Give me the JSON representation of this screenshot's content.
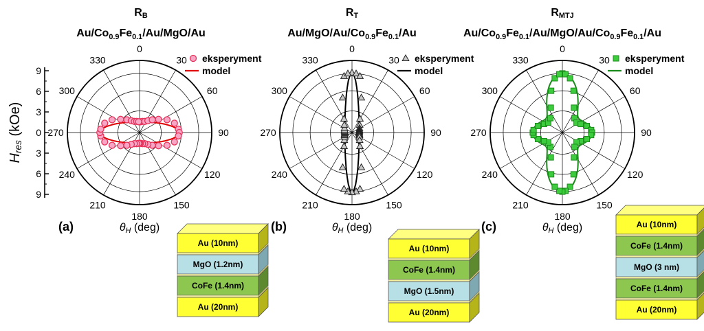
{
  "chart_data": [
    {
      "type": "polar",
      "title": "R",
      "title_sub": "B",
      "subtitle_parts": [
        {
          "t": "Au/Co",
          "sub": false
        },
        {
          "t": "0.9",
          "sub": true
        },
        {
          "t": "Fe",
          "sub": false
        },
        {
          "t": "0.1",
          "sub": true
        },
        {
          "t": "/Au/MgO/Au",
          "sub": false
        }
      ],
      "panel_label": "(a)",
      "angle_ticks": [
        "0",
        "30",
        "60",
        "90",
        "120",
        "150",
        "180",
        "210",
        "240",
        "270",
        "300",
        "330"
      ],
      "r_range": [
        0,
        10
      ],
      "r_ticks": [
        "9",
        "6",
        "3",
        "0",
        "3",
        "6",
        "9"
      ],
      "ylabel_main": "H",
      "ylabel_sub": "res",
      "ylabel_unit": " (kOe)",
      "xlabel_main": "θ",
      "xlabel_sub": "H",
      "xlabel_unit": " (deg)",
      "legend": {
        "marker_label": "eksperyment",
        "line_label": "model",
        "position": "top-right"
      },
      "series": [
        {
          "name": "eksperyment",
          "marker": "circle",
          "color": "#e8325a",
          "fill": "#f7a6c6",
          "theta": [
            0,
            5,
            15,
            25,
            35,
            45,
            55,
            65,
            75,
            85,
            90,
            95,
            105,
            115,
            125,
            135,
            145,
            155,
            165,
            175,
            180,
            185,
            195,
            205,
            215,
            225,
            235,
            245,
            255,
            265,
            270,
            275,
            285,
            295,
            305,
            315,
            325,
            335,
            345,
            355
          ],
          "r": [
            1.5,
            1.5,
            1.6,
            1.7,
            2.0,
            2.5,
            3.2,
            4.2,
            5.0,
            5.4,
            5.5,
            5.4,
            5.0,
            4.2,
            3.2,
            2.5,
            2.0,
            1.7,
            1.6,
            1.5,
            1.5,
            1.5,
            1.6,
            1.7,
            2.0,
            2.5,
            3.2,
            4.2,
            5.0,
            5.4,
            5.5,
            5.4,
            5.0,
            4.2,
            3.2,
            2.5,
            2.0,
            1.7,
            1.6,
            1.5
          ]
        },
        {
          "name": "model",
          "type": "line",
          "color": "#e00000",
          "r_axis": 1.5,
          "r_plane": 5.5
        }
      ]
    },
    {
      "type": "polar",
      "title": "R",
      "title_sub": "T",
      "subtitle_parts": [
        {
          "t": "Au/MgO/Au/Co",
          "sub": false
        },
        {
          "t": "0.9",
          "sub": true
        },
        {
          "t": "Fe",
          "sub": false
        },
        {
          "t": "0.1",
          "sub": true
        },
        {
          "t": "/Au",
          "sub": false
        }
      ],
      "panel_label": "(b)",
      "angle_ticks": [
        "0",
        "30",
        "60",
        "90",
        "120",
        "150",
        "180",
        "210",
        "240",
        "270",
        "300",
        "330"
      ],
      "r_range": [
        0,
        10
      ],
      "xlabel_main": "θ",
      "xlabel_sub": "H",
      "xlabel_unit": " (deg)",
      "legend": {
        "marker_label": "eksperyment",
        "line_label": "model",
        "position": "top-right"
      },
      "series": [
        {
          "name": "eksperyment",
          "marker": "triangle",
          "color": "#202020",
          "fill": "#c8c8c8",
          "theta": [
            0,
            4,
            8,
            15,
            30,
            45,
            60,
            70,
            78,
            84,
            90,
            96,
            102,
            110,
            120,
            135,
            150,
            165,
            172,
            176,
            180,
            184,
            188,
            195,
            210,
            225,
            240,
            250,
            258,
            264,
            270,
            276,
            282,
            290,
            300,
            315,
            330,
            345,
            352,
            356
          ],
          "r": [
            8.3,
            8.2,
            7.9,
            5.0,
            2.2,
            1.5,
            1.2,
            1.1,
            1.05,
            1.0,
            1.0,
            1.0,
            1.05,
            1.1,
            1.2,
            1.5,
            2.2,
            5.0,
            7.9,
            8.2,
            8.3,
            8.2,
            7.9,
            5.0,
            2.2,
            1.5,
            1.2,
            1.1,
            1.05,
            1.0,
            1.0,
            1.0,
            1.05,
            1.1,
            1.2,
            1.5,
            2.2,
            5.0,
            7.9,
            8.2
          ]
        },
        {
          "name": "model",
          "type": "line",
          "color": "#000000",
          "r_axis": 8.3,
          "r_plane": 1.0
        }
      ]
    },
    {
      "type": "polar",
      "title": "R",
      "title_sub": "MTJ",
      "subtitle_parts": [
        {
          "t": "Au/Co",
          "sub": false
        },
        {
          "t": "0.9",
          "sub": true
        },
        {
          "t": "Fe",
          "sub": false
        },
        {
          "t": "0.1",
          "sub": true
        },
        {
          "t": "/Au/MgO/Au/Co",
          "sub": false
        },
        {
          "t": "0.9",
          "sub": true
        },
        {
          "t": "Fe",
          "sub": false
        },
        {
          "t": "0.1",
          "sub": true
        },
        {
          "t": "/Au",
          "sub": false
        }
      ],
      "panel_label": "(c)",
      "angle_ticks": [
        "0",
        "30",
        "60",
        "90",
        "120",
        "150",
        "180",
        "210",
        "240",
        "270",
        "300",
        "330"
      ],
      "r_range": [
        0,
        10
      ],
      "xlabel_main": "θ",
      "xlabel_sub": "H",
      "xlabel_unit": " (deg)",
      "legend": {
        "marker_label": "eksperyment",
        "line_label": "model",
        "position": "top-right"
      },
      "series": [
        {
          "name": "eksperyment",
          "marker": "square",
          "color": "#1a8a1a",
          "fill": "#3dcc3d",
          "theta": [
            0,
            3,
            8,
            15,
            25,
            40,
            55,
            65,
            75,
            85,
            90,
            95,
            105,
            115,
            125,
            140,
            155,
            165,
            172,
            177,
            180,
            183,
            188,
            195,
            205,
            220,
            235,
            245,
            255,
            265,
            270,
            275,
            285,
            295,
            305,
            320,
            335,
            345,
            352,
            357
          ],
          "r": [
            8.2,
            8.1,
            7.6,
            6.0,
            3.8,
            2.6,
            2.4,
            2.8,
            3.5,
            4.0,
            4.1,
            4.0,
            3.5,
            2.8,
            2.4,
            2.6,
            3.8,
            6.0,
            7.6,
            8.1,
            8.2,
            8.1,
            7.6,
            6.0,
            3.8,
            2.6,
            2.4,
            2.8,
            3.5,
            4.0,
            4.1,
            4.0,
            3.5,
            2.8,
            2.4,
            2.6,
            3.8,
            6.0,
            7.6,
            8.1
          ]
        },
        {
          "name": "model",
          "type": "line",
          "color": "#1a8a1a"
        }
      ]
    }
  ],
  "stacks": [
    {
      "layers": [
        {
          "label": "Au (10nm)",
          "kind": "au"
        },
        {
          "label": "MgO (1.2nm)",
          "kind": "mgo"
        },
        {
          "label": "CoFe (1.4nm)",
          "kind": "cofe"
        },
        {
          "label": "Au (20nm)",
          "kind": "au"
        }
      ]
    },
    {
      "layers": [
        {
          "label": "Au (10nm)",
          "kind": "au"
        },
        {
          "label": "CoFe (1.4nm)",
          "kind": "cofe"
        },
        {
          "label": "MgO (1.5nm)",
          "kind": "mgo"
        },
        {
          "label": "Au (20nm)",
          "kind": "au"
        }
      ]
    },
    {
      "layers": [
        {
          "label": "Au (10nm)",
          "kind": "au"
        },
        {
          "label": "CoFe (1.4nm)",
          "kind": "cofe"
        },
        {
          "label": "MgO (3 nm)",
          "kind": "mgo"
        },
        {
          "label": "CoFe (1.4nm)",
          "kind": "cofe"
        },
        {
          "label": "Au (20nm)",
          "kind": "au"
        }
      ]
    }
  ],
  "colors": {
    "au_front": "#ffff33",
    "au_top": "#ffff80",
    "au_side": "#b5b51a",
    "mgo_front": "#b7dfe6",
    "mgo_side": "#7fa9b2",
    "cofe_front": "#8dc750",
    "cofe_side": "#5e8a2f",
    "divider": "#f4f0a0"
  }
}
